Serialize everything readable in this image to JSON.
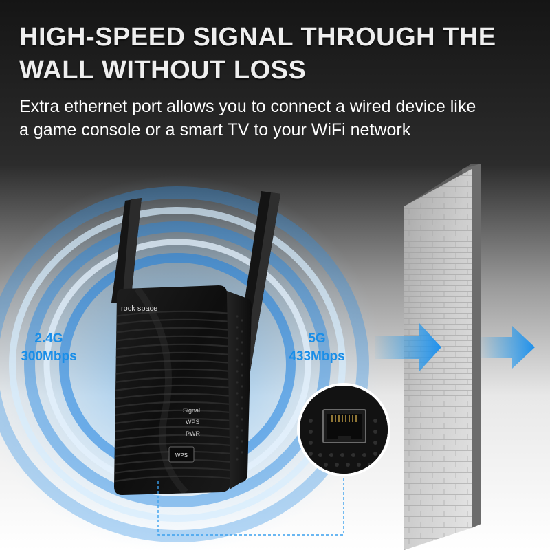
{
  "headline": {
    "line1": "HIGH-SPEED SIGNAL THROUGH THE",
    "line2": "WALL WITHOUT LOSS"
  },
  "subtext": {
    "line1": "Extra ethernet port allows you to connect a wired device like",
    "line2": "a game console or a smart TV to your WiFi network"
  },
  "bands": [
    {
      "label": "2.4G",
      "speed": "300Mbps"
    },
    {
      "label": "5G",
      "speed": "433Mbps"
    }
  ],
  "device": {
    "brand": "rock space",
    "indicators": [
      "Signal",
      "WPS",
      "PWR"
    ],
    "button_label": "WPS"
  },
  "colors": {
    "accent_blue": "#1a8ee8",
    "arrow_blue": "#2aa3f0",
    "background_dark": "#1a1a1a",
    "device_black": "#141414",
    "wall_gray": "#bdbdbd"
  }
}
